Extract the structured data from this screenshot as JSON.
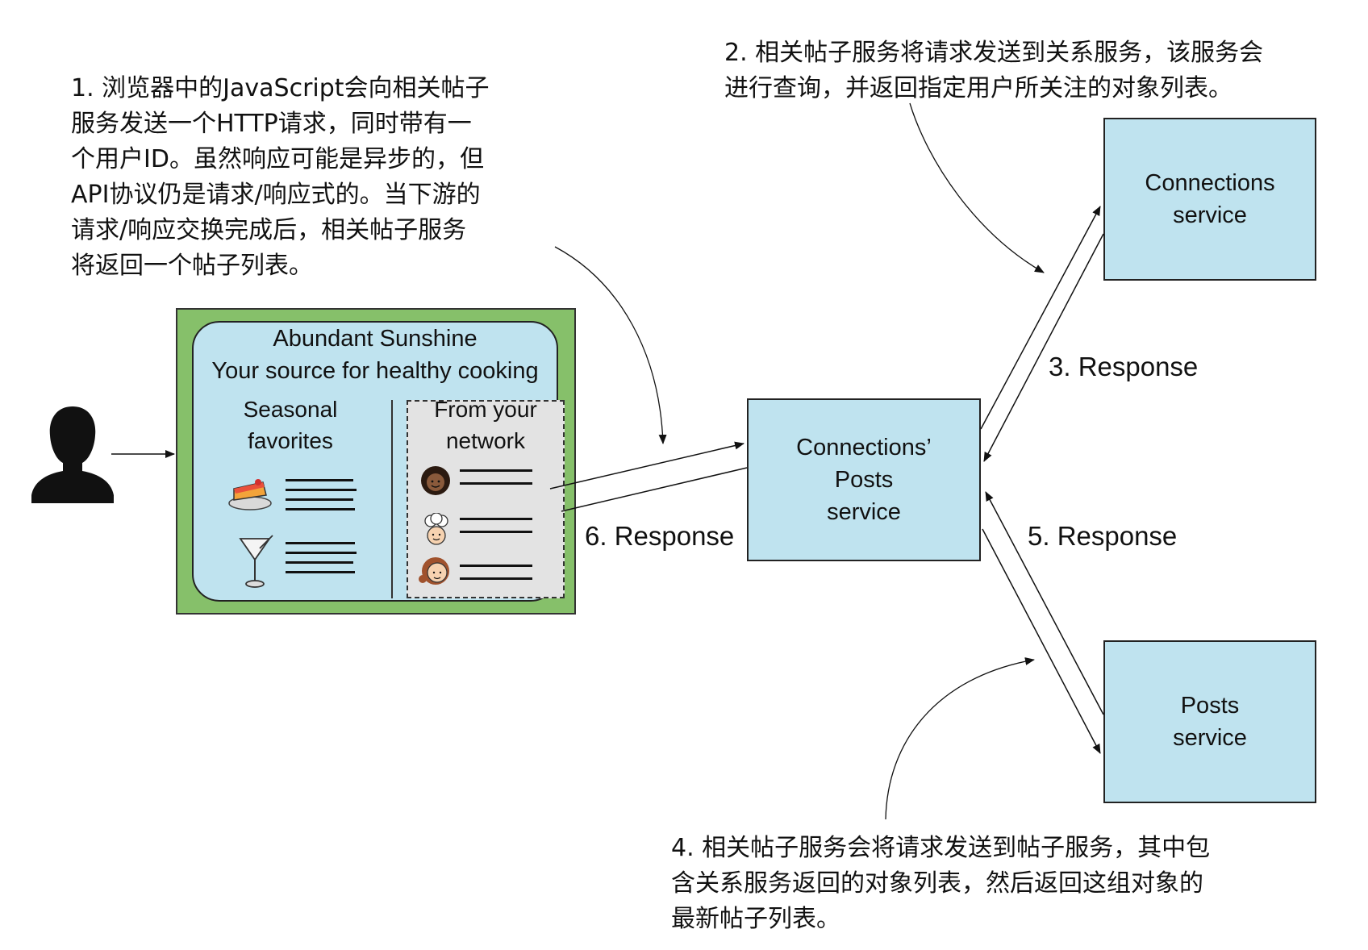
{
  "notes": {
    "step1": "1. 浏览器中的JavaScript会向相关帖子\n服务发送一个HTTP请求，同时带有一\n个用户ID。虽然响应可能是异步的，但\nAPI协议仍是请求/响应式的。当下游的\n请求/响应交换完成后，相关帖子服务\n将返回一个帖子列表。",
    "step2": "2. 相关帖子服务将请求发送到关系服务，该服务会\n进行查询，并返回指定用户所关注的对象列表。",
    "step4": "4. 相关帖子服务会将请求发送到帖子服务，其中包\n含关系服务返回的对象列表，然后返回这组对象的\n最新帖子列表。"
  },
  "browser": {
    "title": "Abundant Sunshine",
    "subtitle": "Your source for healthy cooking",
    "left_column": "Seasonal\nfavorites",
    "right_column": "From your\nnetwork"
  },
  "services": {
    "connections_posts": "Connections’\nPosts\nservice",
    "connections": "Connections\nservice",
    "posts": "Posts\nservice"
  },
  "labels": {
    "response3": "3. Response",
    "response5": "5. Response",
    "response6": "6. Response"
  },
  "icons": [
    "user-silhouette-icon",
    "cake-icon",
    "cocktail-icon",
    "person-avatar-icon",
    "chef-avatar-icon",
    "girl-avatar-icon"
  ],
  "colors": {
    "service_fill": "#bfe3ef",
    "browser_frame": "#86c06a",
    "browser_panel": "#bfe3ef",
    "network_panel": "#e3e3e3"
  }
}
